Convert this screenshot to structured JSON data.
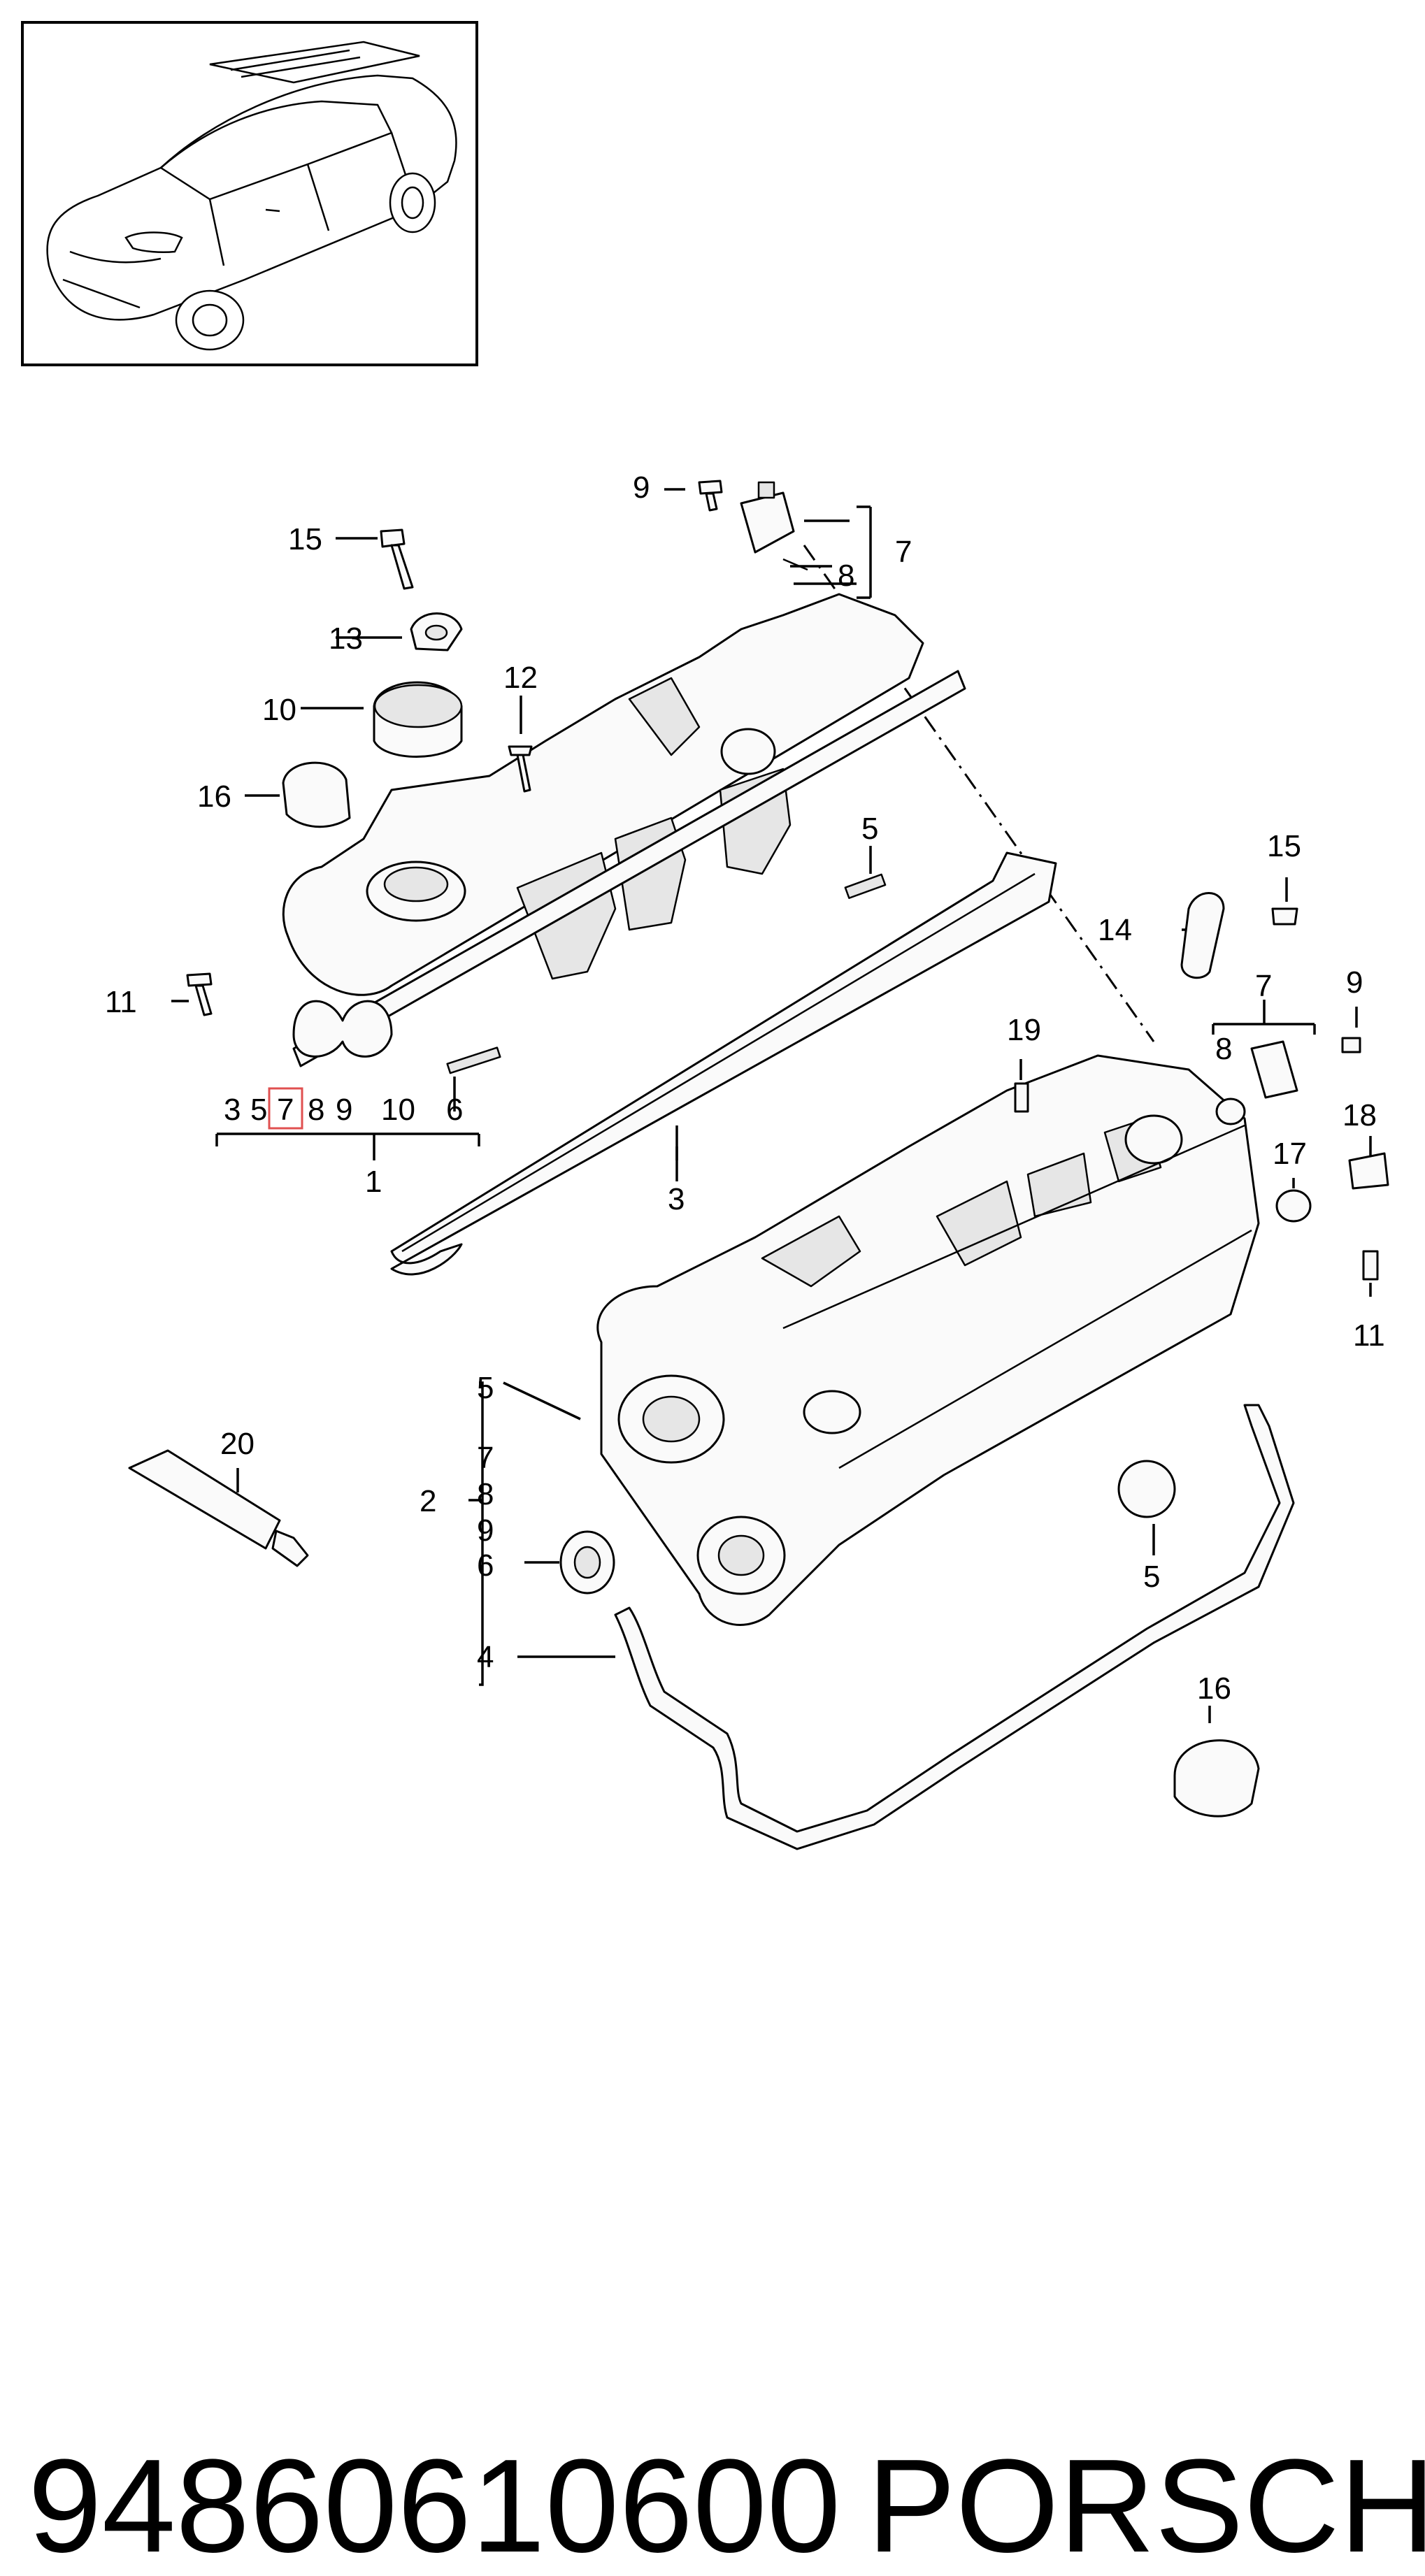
{
  "callouts": {
    "top_9": "9",
    "top_7": "7",
    "top_8": "8",
    "l_15": "15",
    "l_13": "13",
    "l_10": "10",
    "l_12": "12",
    "l_16": "16",
    "l_5": "5",
    "l_11": "11",
    "row_3": "3",
    "row_5": "5",
    "row_7": "7",
    "row_8": "8",
    "row_9": "9",
    "row_10": "10",
    "row_6": "6",
    "l_1": "1",
    "l_3": "3",
    "r_15": "15",
    "r_14": "14",
    "r_7": "7",
    "r_9": "9",
    "r_8": "8",
    "r_19": "19",
    "r_18": "18",
    "r_17": "17",
    "r_11": "11",
    "g_5": "5",
    "g_7": "7",
    "g_8": "8",
    "g_9": "9",
    "g_6": "6",
    "g_4": "4",
    "g_2": "2",
    "l_20": "20",
    "b_5": "5",
    "b_16": "16"
  },
  "footer": {
    "part_number": "94860610600",
    "brand": "PORSCHE"
  },
  "highlight_color": "#e05050"
}
